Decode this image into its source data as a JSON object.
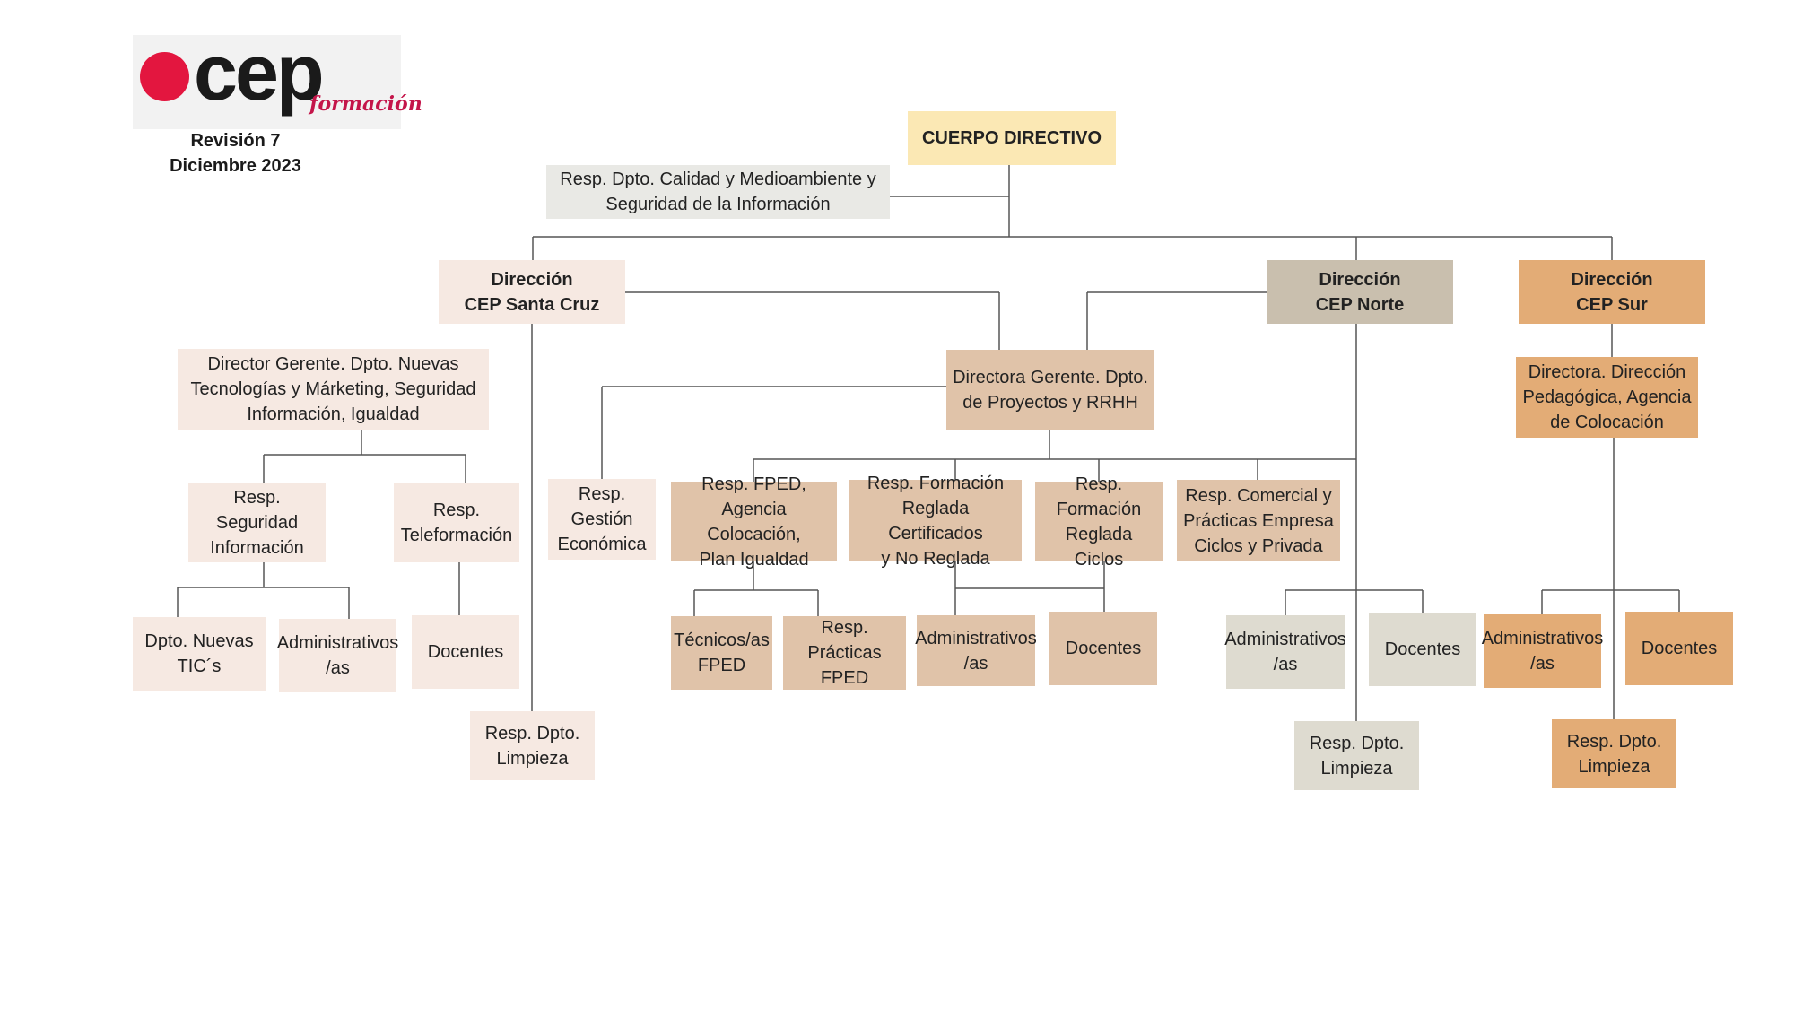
{
  "header": {
    "logo": {
      "word": "cep",
      "sub": "formación"
    },
    "revision": "Revisión 7",
    "date": "Diciembre 2023"
  },
  "colors": {
    "top": "#fbe8b4",
    "grey": "#e9e9e5",
    "santa_cruz": "#f6e9e2",
    "proyectos": "#e0c3a9",
    "norte": "#c9bfae",
    "norte_light": "#dedbd0",
    "sur": "#e3ac76",
    "line": "#555555",
    "brand": "#e3163f"
  },
  "nodes": {
    "cuerpo_directivo": "CUERPO DIRECTIVO",
    "calidad": "Resp. Dpto. Calidad y Medioambiente y\nSeguridad de la Información",
    "dir_santa_cruz": "Dirección\nCEP Santa Cruz",
    "dir_norte": "Dirección\nCEP Norte",
    "dir_sur": "Dirección\nCEP Sur",
    "director_nuevas_tec": "Director Gerente. Dpto. Nuevas\nTecnologías y Márketing, Seguridad\nInformación, Igualdad",
    "resp_seguridad": "Resp. Seguridad\nInformación",
    "resp_teleformacion": "Resp.\nTeleformación",
    "dpto_nuevas_tics": "Dpto. Nuevas\nTIC´s",
    "administrativos_sc": "Administrativos\n/as",
    "docentes_sc": "Docentes",
    "limpieza_sc": "Resp. Dpto.\nLimpieza",
    "directora_proyectos": "Directora Gerente. Dpto.\nde Proyectos y RRHH",
    "gestion_economica": "Resp.\nGestión\nEconómica",
    "resp_fped": "Resp. FPED,\nAgencia Colocación,\nPlan Igualdad",
    "resp_formacion_certificados": "Resp. Formación\nReglada Certificados\ny No Reglada",
    "resp_formacion_ciclos": "Resp.\nFormación\nReglada Ciclos",
    "resp_comercial": "Resp. Comercial y\nPrácticas Empresa\nCiclos y Privada",
    "tecnicos_fped": "Técnicos/as\nFPED",
    "practicas_fped": "Resp. Prácticas\nFPED",
    "administrativos_proy": "Administrativos\n/as",
    "docentes_proy": "Docentes",
    "administrativos_norte": "Administrativos\n/as",
    "docentes_norte": "Docentes",
    "limpieza_norte": "Resp. Dpto.\nLimpieza",
    "directora_pedagogica": "Directora. Dirección\nPedagógica, Agencia\nde Colocación",
    "administrativos_sur": "Administrativos\n/as",
    "docentes_sur": "Docentes",
    "limpieza_sur": "Resp. Dpto.\nLimpieza"
  }
}
